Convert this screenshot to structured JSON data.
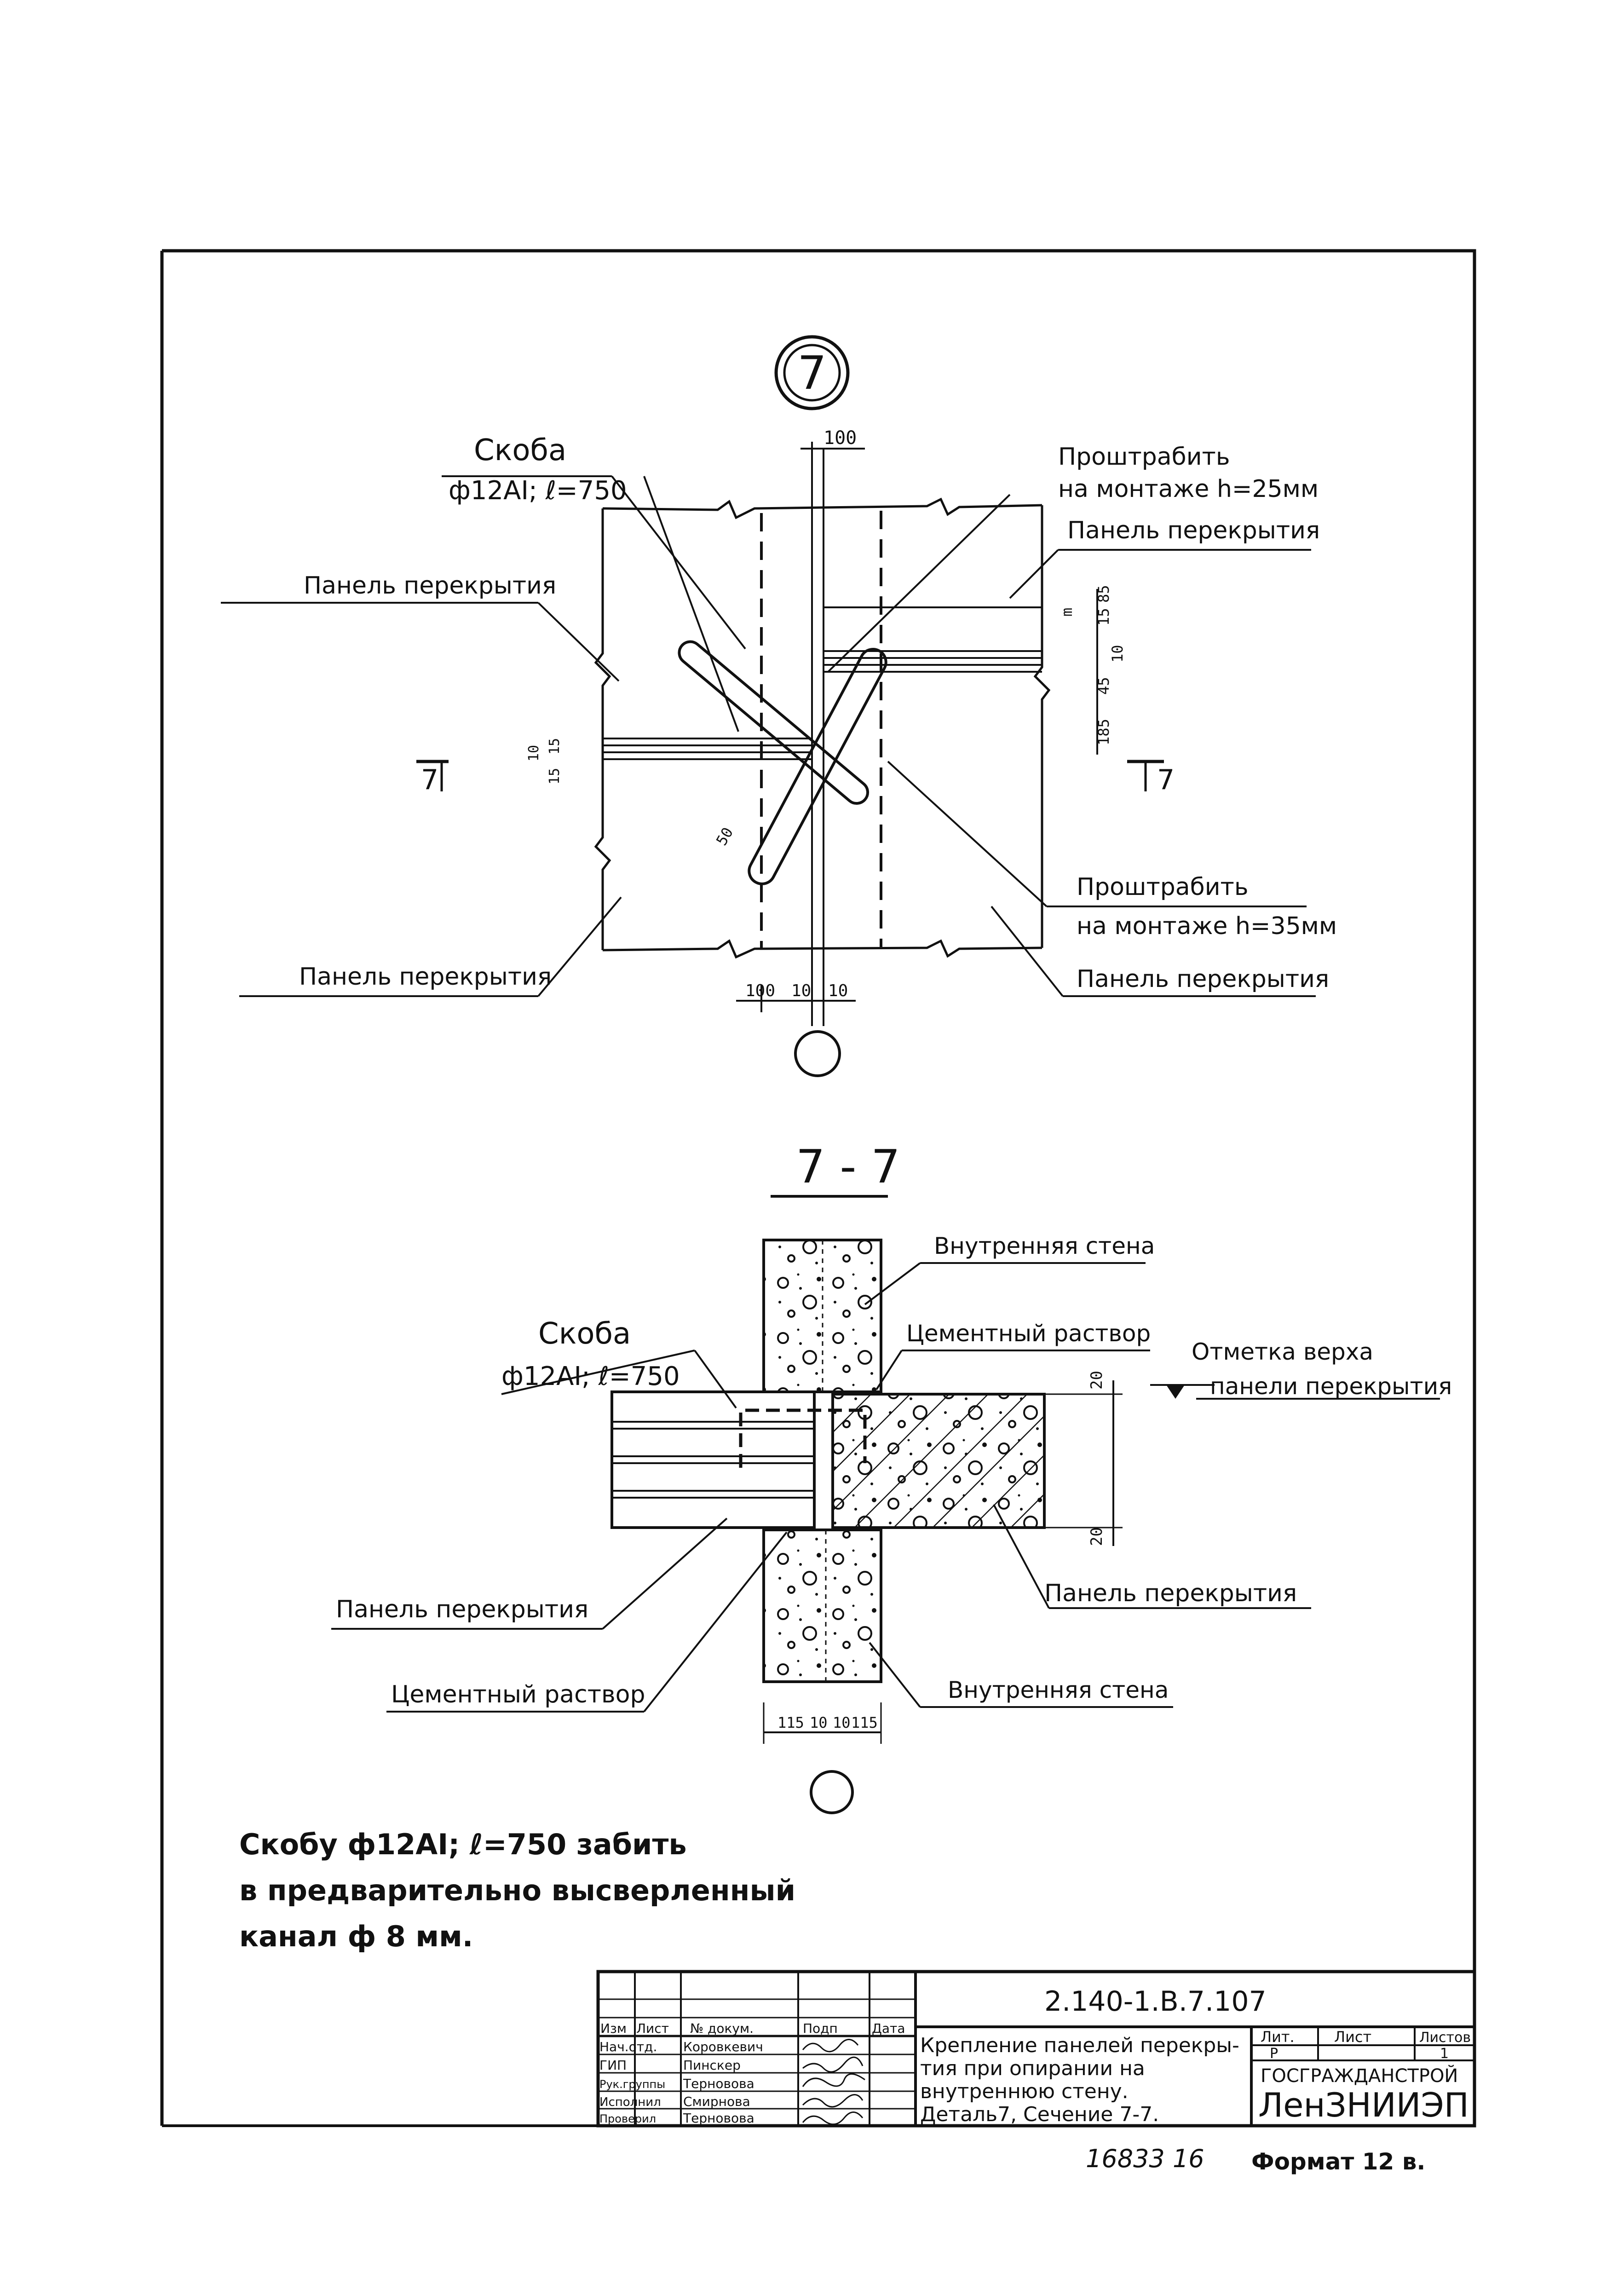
{
  "detail": {
    "marker_number": "7",
    "labels": {
      "skoba_title": "Скоба",
      "skoba_spec": "ф12АI; ℓ=750",
      "proshtrabit_top_1": "Проштрабить",
      "proshtrabit_top_2": "на монтаже h=25мм",
      "panel_top_right": "Панель перекрытия",
      "panel_top_left": "Панель перекрытия",
      "proshtrabit_bottom_1": "Проштрабить",
      "proshtrabit_bottom_2": "на монтаже h=35мм",
      "panel_bottom_left": "Панель перекрытия",
      "panel_bottom_right": "Панель перекрытия",
      "section_mark_left": "7",
      "section_mark_right": "7"
    },
    "dims": {
      "top_100": "100",
      "bottom_100": "100",
      "bottom_10a": "10",
      "bottom_10b": "10",
      "r_15": "15",
      "r_85": "85",
      "r_10": "10",
      "r_45": "45",
      "r_185": "185",
      "r_m": "m",
      "l_15a": "15",
      "l_10": "10",
      "l_15b": "15",
      "skew_50": "50"
    }
  },
  "section": {
    "title": "7 - 7",
    "labels": {
      "inner_wall_top": "Внутренняя стена",
      "cement_top": "Цементный раствор",
      "mark_1": "Отметка верха",
      "mark_2": "панели перекрытия",
      "skoba_title": "Скоба",
      "skoba_spec": "ф12АI; ℓ=750",
      "panel_left": "Панель перекрытия",
      "panel_right": "Панель перекрытия",
      "cement_bottom": "Цементный раствор",
      "inner_wall_bottom": "Внутренняя стена"
    },
    "dims": {
      "d_20_top": "20",
      "d_20_bottom": "20",
      "b_115a": "115",
      "b_10a": "10",
      "b_10b": "10",
      "b_115b": "115"
    }
  },
  "note": {
    "line1": "Скобу ф12АI; ℓ=750 забить",
    "line2": "в предварительно высверленный",
    "line3": "канал ф 8 мм."
  },
  "title_block": {
    "doc_code": "2.140-1.В.7.107",
    "headers": [
      "Изм",
      "Лист",
      "№ докум.",
      "Подп",
      "Дата"
    ],
    "rows": [
      {
        "role": "Нач.отд.",
        "name": "Коровкевич"
      },
      {
        "role": "ГИП",
        "name": "Пинскер"
      },
      {
        "role": "Рук.группы",
        "name": "Терновова"
      },
      {
        "role": "Исполнил",
        "name": "Смирнова"
      },
      {
        "role": "Проверил",
        "name": "Терновова"
      }
    ],
    "title_lines": [
      "Крепление панелей перекры-",
      "тия при опирании на",
      "внутреннюю стену.",
      "Деталь7, Сечение 7-7."
    ],
    "lit_header": "Лит.",
    "list_header": "Лист",
    "listov_header": "Листов",
    "lit_value": "Р",
    "list_value": "",
    "listov_value": "1",
    "org_1": "ГОСГРАЖДАНСТРОЙ",
    "org_2": "ЛенЗНИИЭП"
  },
  "footer": {
    "inventory": "16833  16",
    "format": "Формат 12 в."
  }
}
